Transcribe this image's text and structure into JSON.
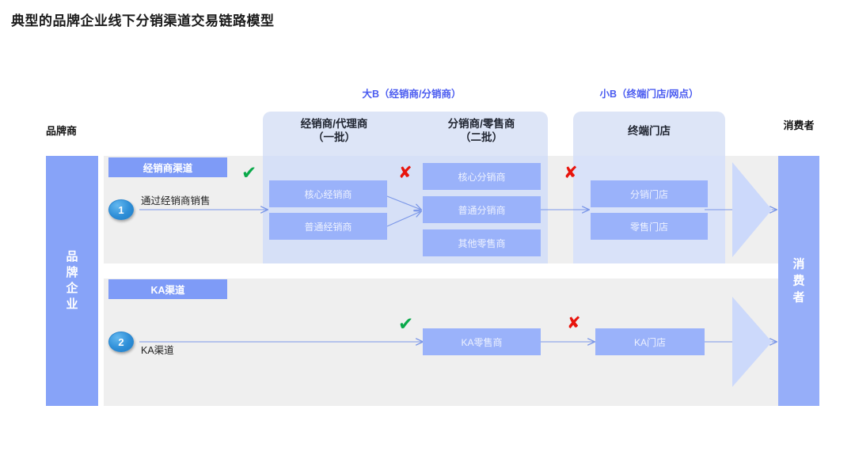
{
  "title": "典型的品牌企业线下分销渠道交易链路模型",
  "groups": {
    "big_b": "大B（经销商/分销商）",
    "small_b": "小B（终端门店/网点）"
  },
  "columns": {
    "brand_head": "品牌商",
    "consumer_head": "消费者",
    "brand_bar": "品牌企业",
    "consumer_bar": "消费者"
  },
  "stages": {
    "dealer": "经销商/代理商\n（一批）",
    "dealer_line1": "经销商/代理商",
    "dealer_line2": "（一批）",
    "distributor_line1": "分销商/零售商",
    "distributor_line2": "（二批）",
    "terminal": "终端门店"
  },
  "rows": [
    {
      "chip": "经销商渠道",
      "step": "1",
      "flow_label": "通过经销商销售",
      "marks": [
        {
          "type": "check",
          "symbol": "✔"
        },
        {
          "type": "cross",
          "symbol": "✘"
        },
        {
          "type": "cross",
          "symbol": "✘"
        }
      ],
      "nodes": {
        "dealers": [
          "核心经销商",
          "普通经销商"
        ],
        "distributors": [
          "核心分销商",
          "普通分销商",
          "其他零售商"
        ],
        "stores": [
          "分销门店",
          "零售门店"
        ]
      }
    },
    {
      "chip": "KA渠道",
      "step": "2",
      "flow_label": "KA渠道",
      "marks": [
        {
          "type": "check",
          "symbol": "✔"
        },
        {
          "type": "cross",
          "symbol": "✘"
        }
      ],
      "nodes": {
        "retailer": "KA零售商",
        "store": "KA门店"
      }
    }
  ],
  "colors": {
    "accent_blue": "#4a5bf0",
    "node_blue": "#9ab2fa",
    "chip_blue": "#7e9bf7",
    "brand_bar": "#87a3f8",
    "consumer_bar": "#96aef9",
    "stage_panel": "#dde5f7",
    "row_band": "#efefef",
    "check_green": "#0aa94a",
    "cross_red": "#e8140c",
    "arrow_blue": "#7b97e8",
    "triangle_blue": "#ccd9fb"
  }
}
